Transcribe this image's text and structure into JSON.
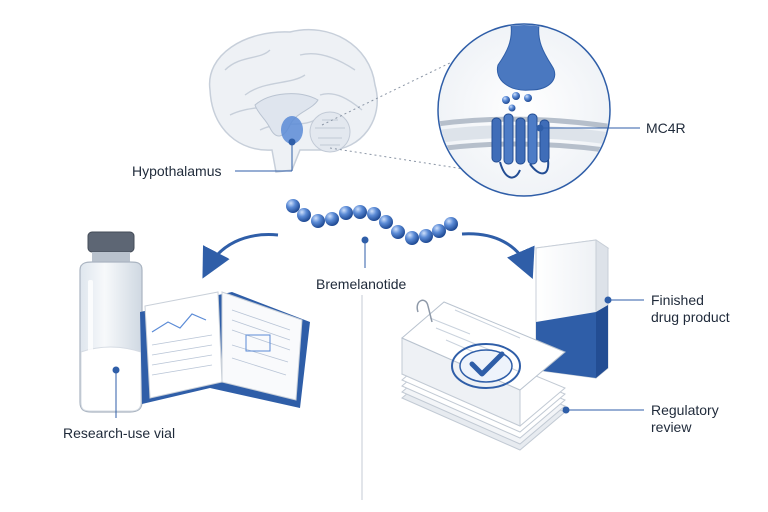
{
  "labels": {
    "hypothalamus": "Hypothalamus",
    "receptor": "MC4R",
    "peptide": "Bremelanotide",
    "vial": "Research-use vial",
    "product_line1": "Finished",
    "product_line2": "drug product",
    "review_line1": "Regulatory",
    "review_line2": "review"
  },
  "colors": {
    "accent": "#2f5ea8",
    "accent_light": "#5b8bd6",
    "text": "#1f2a3a",
    "line": "#8a95a5"
  },
  "icons": [
    "brain-icon",
    "receptor-icon",
    "peptide-chain-icon",
    "vial-icon",
    "notebook-icon",
    "drug-box-icon",
    "document-stack-icon",
    "approval-check-icon"
  ]
}
